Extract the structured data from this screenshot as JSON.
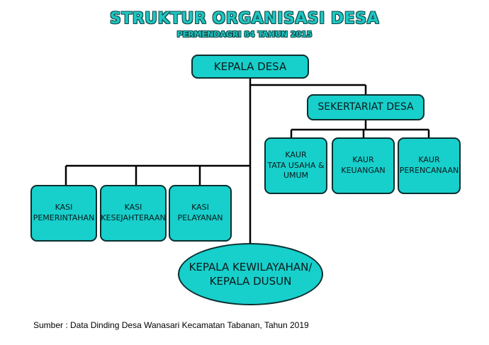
{
  "title": "STRUKTUR ORGANISASI DESA",
  "subtitle": "PERMENDAGRI 84 TAHUN 2015",
  "nodes": {
    "kepala_desa": "KEPALA DESA",
    "sekertariat": "SEKERTARIAT DESA",
    "kaur_tu": "KAUR\nTATA USAHA &\nUMUM",
    "kaur_keuangan": "KAUR\nKEUANGAN",
    "kaur_perencanaan": "KAUR\nPERENCANAAN",
    "kasi_pemerintahan": "KASI\nPEMERINTAHAN",
    "kasi_kesejahteraan": "KASI\nKESEJAHTERAAN",
    "kasi_pelayanan": "KASI\nPELAYANAN",
    "kepala_kewilayahan": "KEPALA KEWILAYAHAN/\nKEPALA DUSUN"
  },
  "source": "Sumber : Data Dinding Desa Wanasari Kecamatan Tabanan, Tahun 2019",
  "colors": {
    "node_fill": "#17cfcb",
    "node_border": "#0a2f2f",
    "title": "#1fc6c2"
  }
}
